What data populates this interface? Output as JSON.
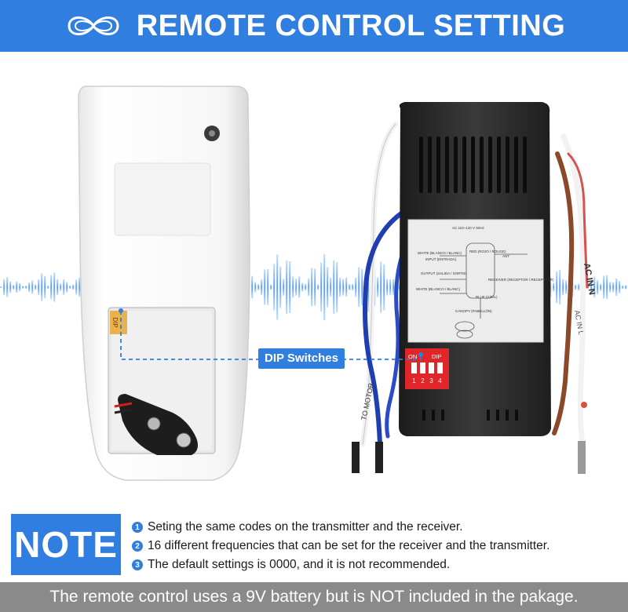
{
  "header": {
    "title": "REMOTE CONTROL SETTING",
    "logo_icon": "infinity-loop-icon"
  },
  "transmitter": {
    "dip_label": "DIP"
  },
  "receiver": {
    "dip_on_label": "ON",
    "dip_label": "DIP",
    "dip_numbers": [
      "1",
      "2",
      "3",
      "4"
    ],
    "wire_labels": [
      "AC IN N",
      "AC IN L",
      "TO MOTOR"
    ],
    "diagram_texts": [
      "AC 110~120 V 60Hz",
      "WHITE (BLANCO / BLANC)",
      "RED (ROJO / ROUGE)",
      "INPUT (ENTRADA)",
      "ANT",
      "OUTPUT (SALIDA / SORTIE)",
      "RECEIVER (RECEPTOR / RECEPTEUR)",
      "WHITE (BLANCO / BLANC)",
      "BLUE (AZUL)",
      "CANOPY (PABELLÓN)"
    ]
  },
  "callout": {
    "label": "DIP Switches"
  },
  "note": {
    "badge": "NOTE",
    "items": [
      {
        "num": "1",
        "text": "Seting the same codes on the transmitter and the receiver."
      },
      {
        "num": "2",
        "text": "16 different frequencies that can be set for the receiver and the transmitter."
      },
      {
        "num": "3",
        "text": "The default settings is 0000, and it is not recommended."
      }
    ]
  },
  "footer": {
    "text": "The remote control uses a 9V battery but is NOT included in the pakage."
  },
  "colors": {
    "accent": "#2f7ee0",
    "footer_bg": "#8a8a8a",
    "dip_red": "#e0262b"
  }
}
